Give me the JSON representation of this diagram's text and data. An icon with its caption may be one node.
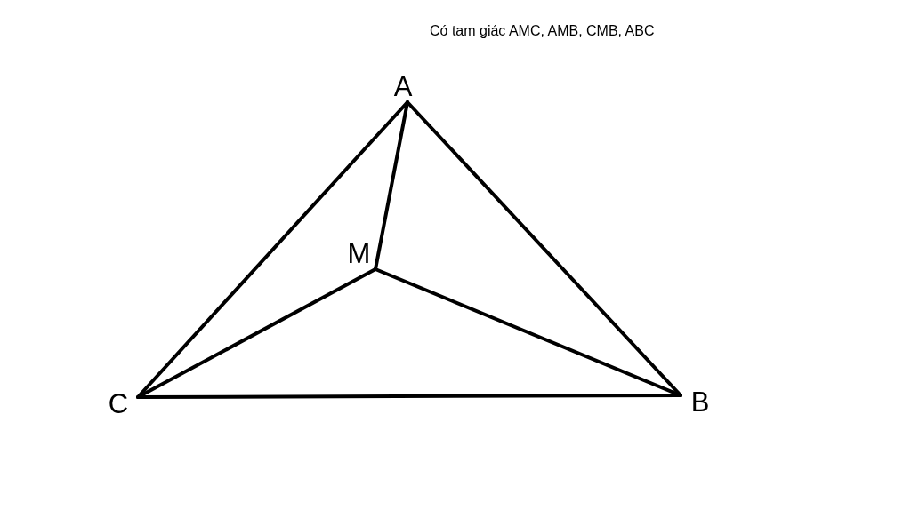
{
  "diagram": {
    "nodes": [
      {
        "text": [
          "A"
        ]
      },
      {
        "text": [
          "M"
        ]
      },
      {
        "text": [
          "C"
        ]
      },
      {
        "text": [
          "B"
        ]
      }
    ],
    "edges": [
      {
        "from": 0,
        "to": 2,
        "arrow": "none"
      },
      {
        "from": 0,
        "to": 3,
        "arrow": "none"
      },
      {
        "from": 0,
        "to": 1,
        "arrow": "none"
      },
      {
        "from": 1,
        "to": 2,
        "arrow": "none"
      },
      {
        "from": 1,
        "to": 3,
        "arrow": "none"
      },
      {
        "from": 2,
        "to": 3,
        "arrow": "none"
      }
    ],
    "labels": [
      "Có tam giác AMC, AMB, CMB, ABC"
    ]
  }
}
